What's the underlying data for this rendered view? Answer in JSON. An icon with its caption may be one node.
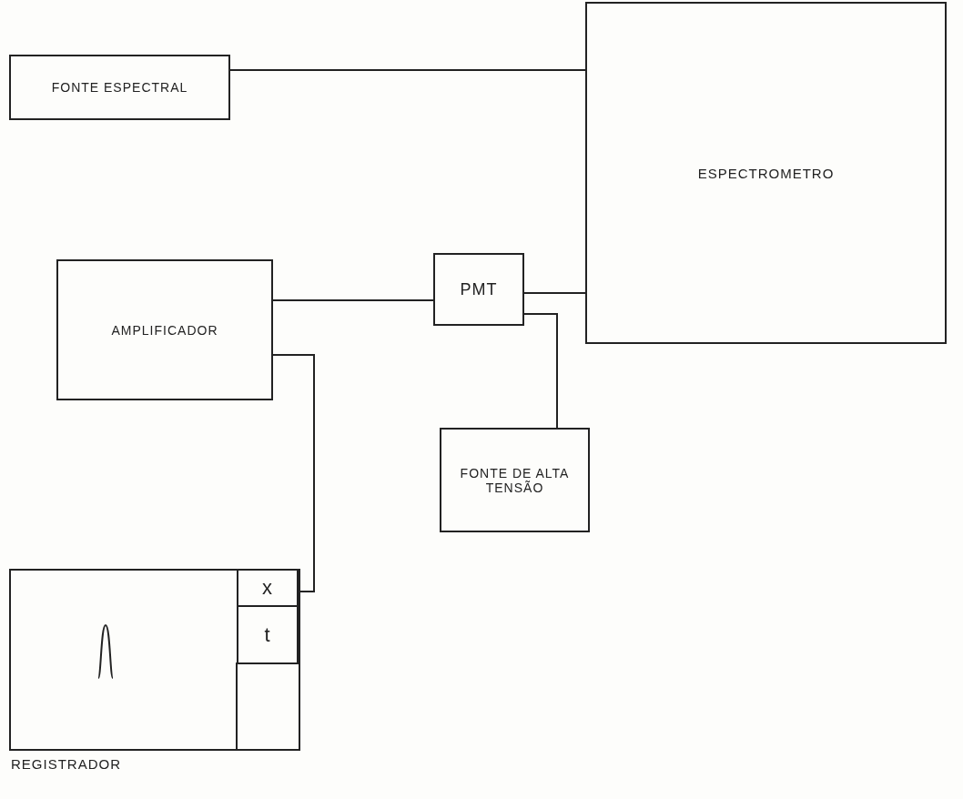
{
  "diagram": {
    "nodes": [
      {
        "text": [
          "FONTE ESPECTRAL"
        ]
      },
      {
        "text": [
          "ESPECTROMETRO"
        ]
      },
      {
        "text": [
          "AMPLIFICADOR"
        ]
      },
      {
        "text": [
          "PMT"
        ]
      },
      {
        "text": [
          "FONTE DE ALTA TENSÃO"
        ]
      },
      {
        "text": [],
        "shape": "box",
        "beside": [
          "REGISTRADOR"
        ]
      },
      {
        "text": [
          "x"
        ],
        "in": 5
      },
      {
        "text": [
          "t"
        ],
        "in": 5
      }
    ],
    "edges": [
      {
        "from": 0,
        "to": 1,
        "arrow": "none"
      },
      {
        "from": 2,
        "to": 3,
        "arrow": "none"
      },
      {
        "from": 3,
        "to": 1,
        "arrow": "none"
      },
      {
        "from": 3,
        "to": 4,
        "arrow": "none"
      },
      {
        "from": 2,
        "to": 6,
        "arrow": "none"
      }
    ]
  }
}
